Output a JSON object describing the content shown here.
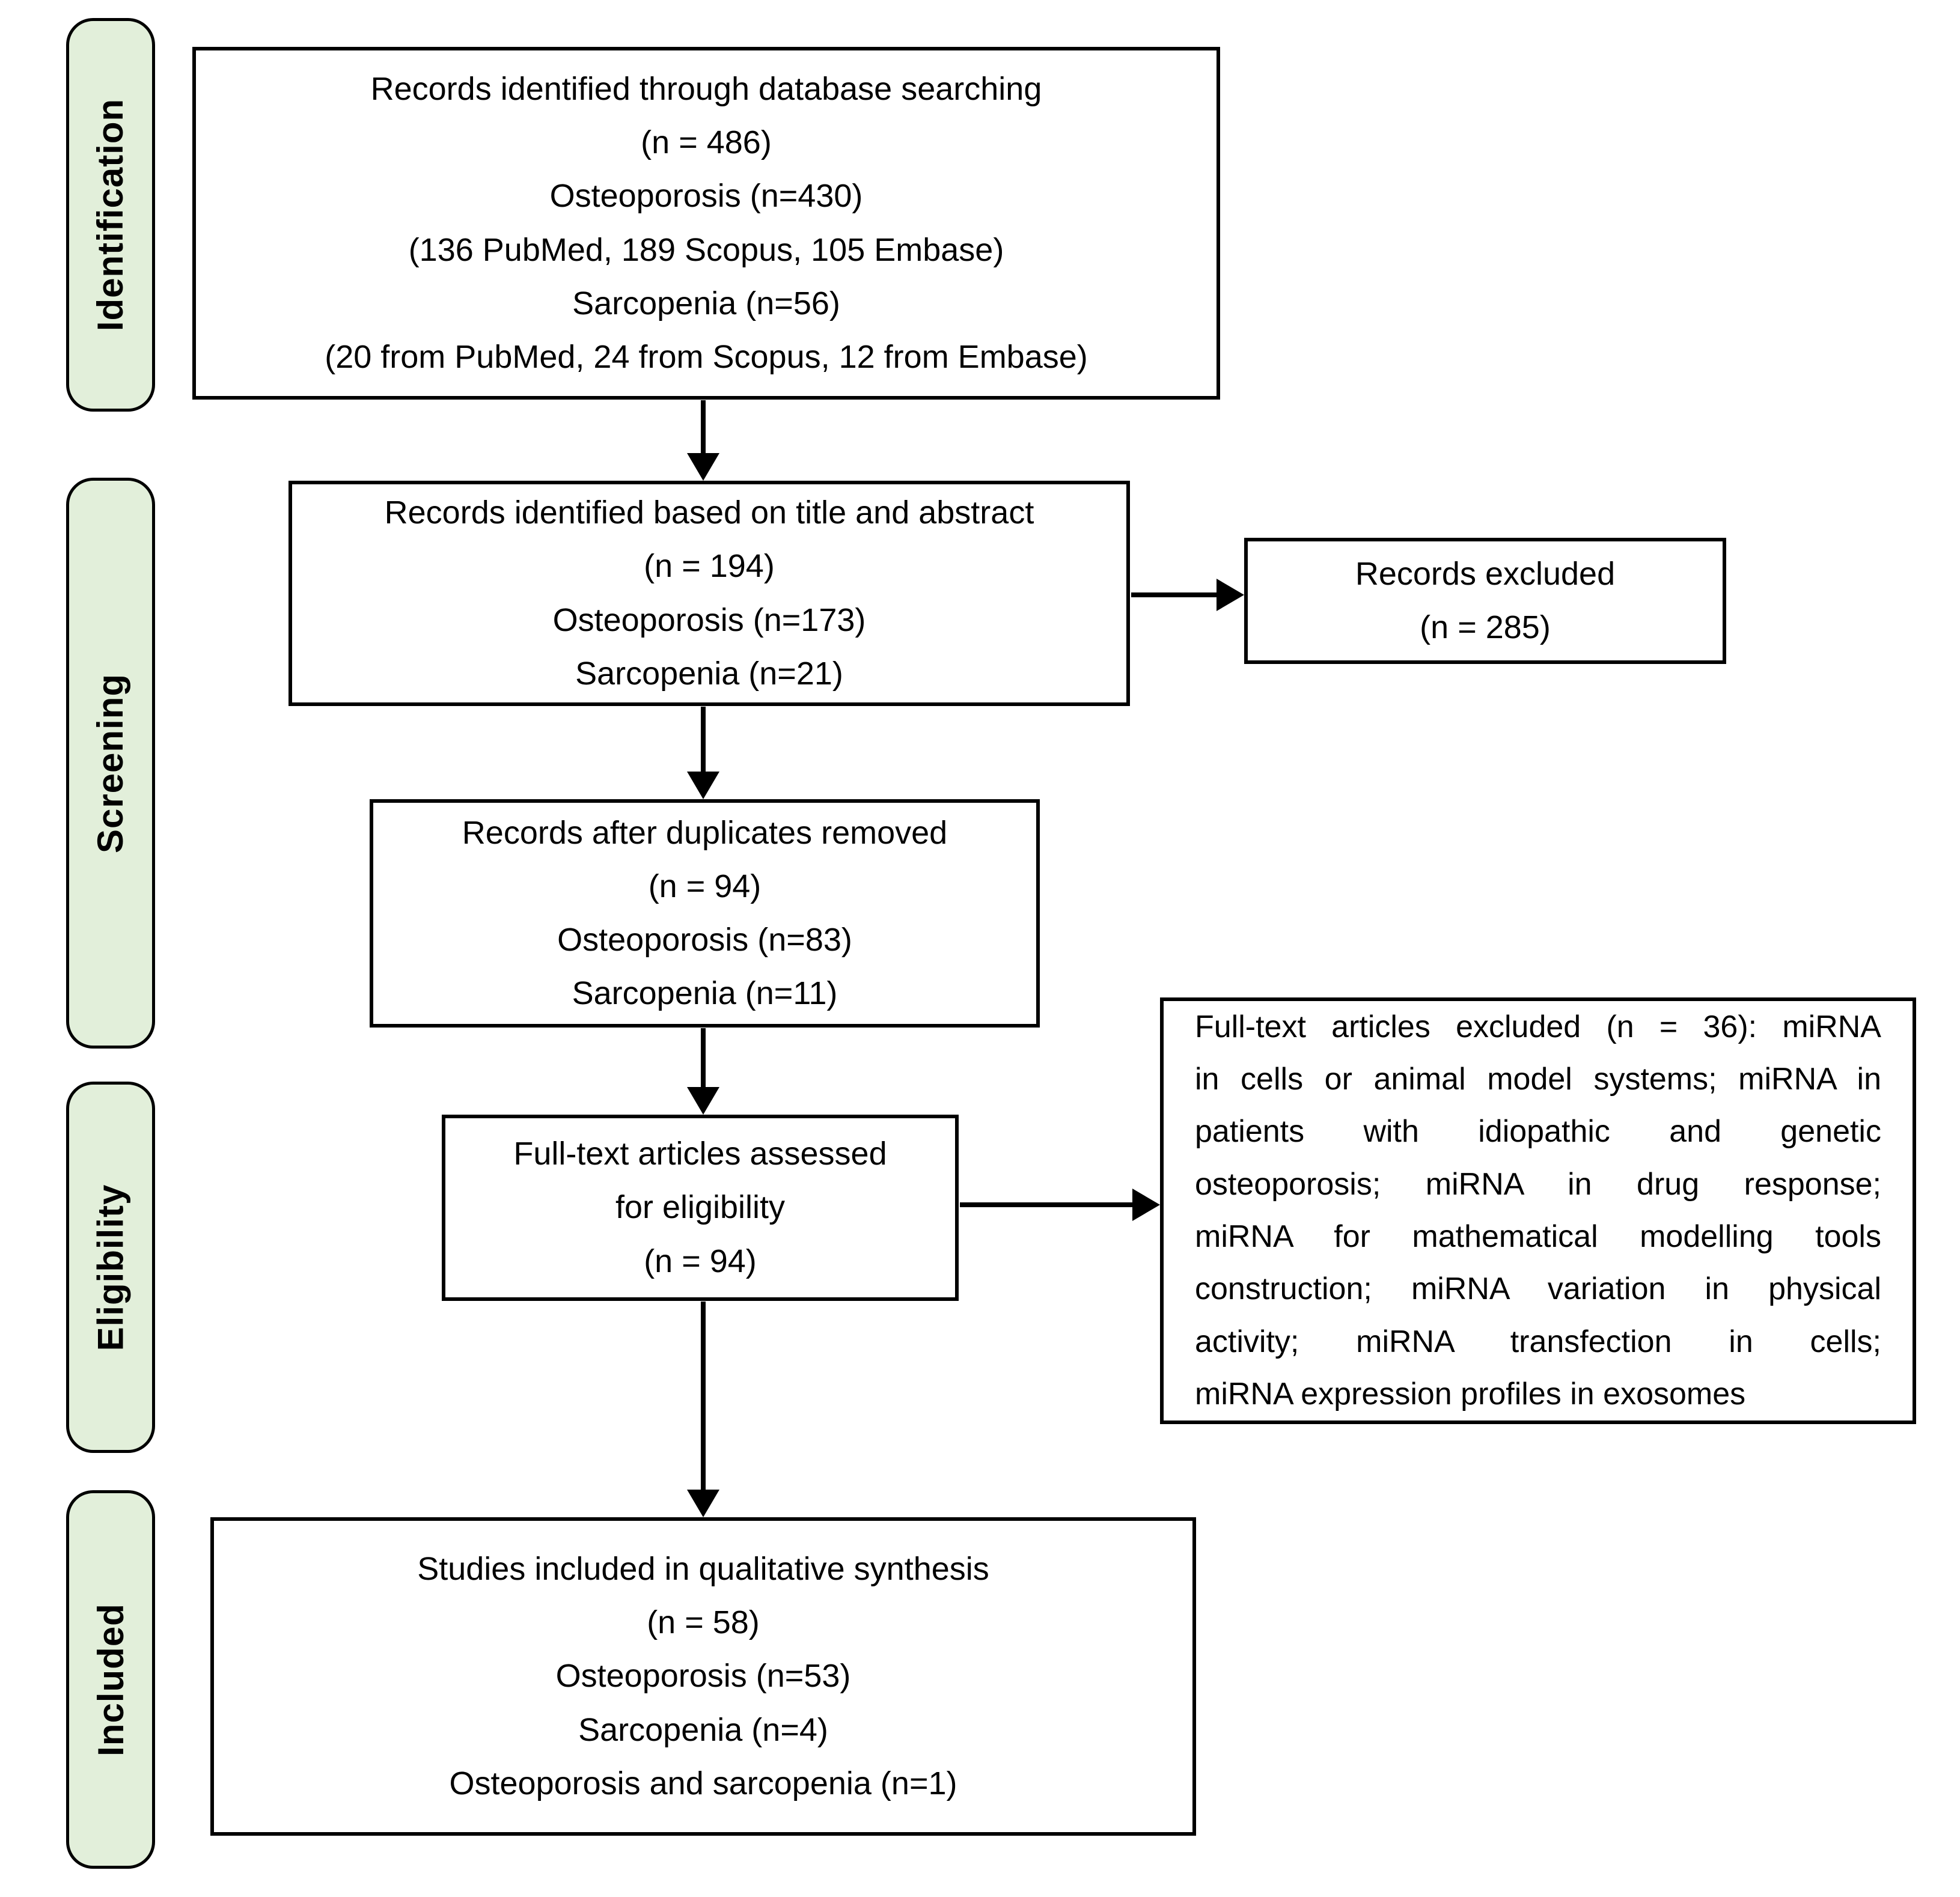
{
  "diagram_type": "PRISMA flow diagram",
  "colors": {
    "stage_fill": "#e2efda",
    "border": "#000000",
    "box_fill": "#ffffff",
    "text": "#000000"
  },
  "stages": [
    {
      "label": "Identification"
    },
    {
      "label": "Screening"
    },
    {
      "label": "Eligibility"
    },
    {
      "label": "Included"
    }
  ],
  "boxes": {
    "records_identified": {
      "lines": [
        "Records identified through database searching",
        "(n = 486)",
        "Osteoporosis (n=430)",
        "(136 PubMed, 189 Scopus, 105 Embase)",
        "Sarcopenia (n=56)",
        "(20 from PubMed, 24 from Scopus, 12 from Embase)"
      ]
    },
    "title_abstract": {
      "lines": [
        "Records identified based on title and abstract",
        "(n = 194)",
        "Osteoporosis (n=173)",
        "Sarcopenia (n=21)"
      ]
    },
    "records_excluded": {
      "lines": [
        "Records excluded",
        "(n = 285)"
      ]
    },
    "duplicates_removed": {
      "lines": [
        "Records after duplicates removed",
        "(n = 94)",
        "Osteoporosis (n=83)",
        "Sarcopenia (n=11)"
      ]
    },
    "fulltext_assessed": {
      "lines": [
        "Full-text articles assessed",
        "for eligibility",
        "(n = 94)"
      ]
    },
    "fulltext_excluded": {
      "lines": [
        "Full-text articles excluded (n = 36): miRNA",
        "in cells or animal model systems; miRNA in",
        "patients with idiopathic and genetic",
        "osteoporosis; miRNA in drug response;",
        "miRNA for mathematical modelling tools",
        "construction; miRNA variation in physical",
        "activity; miRNA transfection in cells;",
        "miRNA expression profiles in exosomes"
      ]
    },
    "included_synthesis": {
      "lines": [
        "Studies included in qualitative synthesis",
        "(n = 58)",
        "Osteoporosis (n=53)",
        "Sarcopenia (n=4)",
        "Osteoporosis and sarcopenia (n=1)"
      ]
    }
  }
}
